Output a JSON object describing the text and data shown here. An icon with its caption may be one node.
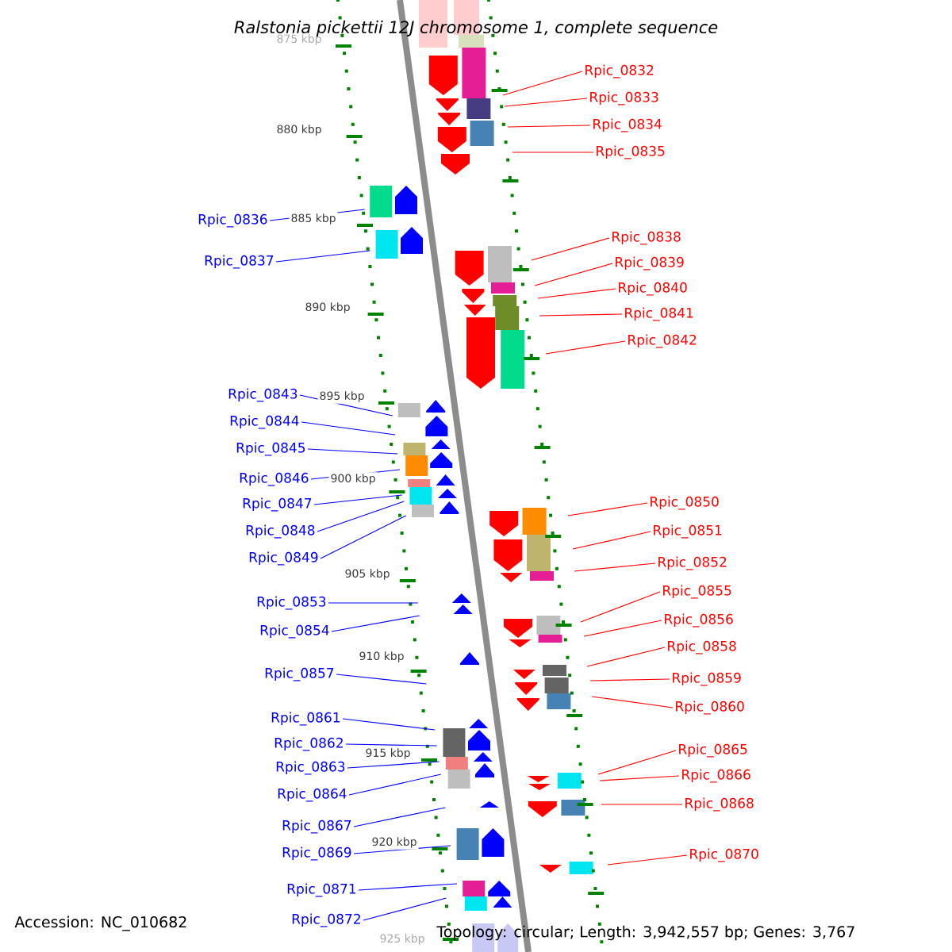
{
  "diagram": {
    "title": "*Ralstonia pickettii* 12J chromosome 1, complete sequence",
    "nodes": [
      {
        "text": [
          "Rpic_0832"
        ]
      },
      {
        "text": [
          "Rpic_0833"
        ]
      },
      {
        "text": [
          "Rpic_0834"
        ]
      },
      {
        "text": [
          "Rpic_0835"
        ]
      },
      {
        "text": [
          "Rpic_0836"
        ]
      },
      {
        "text": [
          "Rpic_0837"
        ]
      },
      {
        "text": [
          "Rpic_0838"
        ]
      },
      {
        "text": [
          "Rpic_0839"
        ]
      },
      {
        "text": [
          "Rpic_0840"
        ]
      },
      {
        "text": [
          "Rpic_0841"
        ]
      },
      {
        "text": [
          "Rpic_0842"
        ]
      },
      {
        "text": [
          "Rpic_0843"
        ]
      },
      {
        "text": [
          "Rpic_0844"
        ]
      },
      {
        "text": [
          "Rpic_0845"
        ]
      },
      {
        "text": [
          "Rpic_0846"
        ]
      },
      {
        "text": [
          "Rpic_0847"
        ]
      },
      {
        "text": [
          "Rpic_0848"
        ]
      },
      {
        "text": [
          "Rpic_0849"
        ]
      },
      {
        "text": [
          "Rpic_0850"
        ]
      },
      {
        "text": [
          "Rpic_0851"
        ]
      },
      {
        "text": [
          "Rpic_0852"
        ]
      },
      {
        "text": [
          "Rpic_0855"
        ]
      },
      {
        "text": [
          "Rpic_0853"
        ]
      },
      {
        "text": [
          "Rpic_0856"
        ]
      },
      {
        "text": [
          "Rpic_0854"
        ]
      },
      {
        "text": [
          "Rpic_0858"
        ]
      },
      {
        "text": [
          "Rpic_0857"
        ]
      },
      {
        "text": [
          "Rpic_0859"
        ]
      },
      {
        "text": [
          "Rpic_0860"
        ]
      },
      {
        "text": [
          "Rpic_0861"
        ]
      },
      {
        "text": [
          "Rpic_0862"
        ]
      },
      {
        "text": [
          "Rpic_0865"
        ]
      },
      {
        "text": [
          "Rpic_0863"
        ]
      },
      {
        "text": [
          "Rpic_0866"
        ]
      },
      {
        "text": [
          "Rpic_0864"
        ]
      },
      {
        "text": [
          "Rpic_0868"
        ]
      },
      {
        "text": [
          "Rpic_0867"
        ]
      },
      {
        "text": [
          "Rpic_0869"
        ]
      },
      {
        "text": [
          "Rpic_0870"
        ]
      },
      {
        "text": [
          "Rpic_0871"
        ]
      },
      {
        "text": [
          "Rpic_0872"
        ]
      }
    ],
    "edges": [
      {
        "from": 0,
        "to": null,
        "arrow": "none",
        "color": "#ff0000"
      },
      {
        "from": 1,
        "to": null,
        "arrow": "none",
        "color": "#ff0000"
      },
      {
        "from": 2,
        "to": null,
        "arrow": "none",
        "color": "#ff0000"
      },
      {
        "from": 3,
        "to": null,
        "arrow": "none",
        "color": "#ff0000"
      },
      {
        "from": 4,
        "to": null,
        "arrow": "none",
        "color": "#0000ff"
      },
      {
        "from": 5,
        "to": null,
        "arrow": "none",
        "color": "#0000ff"
      },
      {
        "from": 6,
        "to": null,
        "arrow": "none",
        "color": "#ff0000"
      },
      {
        "from": 7,
        "to": null,
        "arrow": "none",
        "color": "#ff0000"
      },
      {
        "from": 8,
        "to": null,
        "arrow": "none",
        "color": "#ff0000"
      },
      {
        "from": 9,
        "to": null,
        "arrow": "none",
        "color": "#ff0000"
      },
      {
        "from": 10,
        "to": null,
        "arrow": "none",
        "color": "#ff0000"
      },
      {
        "from": 11,
        "to": null,
        "arrow": "none",
        "color": "#0000ff"
      },
      {
        "from": 12,
        "to": null,
        "arrow": "none",
        "color": "#0000ff"
      },
      {
        "from": 13,
        "to": null,
        "arrow": "none",
        "color": "#0000ff"
      },
      {
        "from": 14,
        "to": null,
        "arrow": "none",
        "color": "#0000ff"
      },
      {
        "from": 15,
        "to": null,
        "arrow": "none",
        "color": "#0000ff"
      },
      {
        "from": 16,
        "to": null,
        "arrow": "none",
        "color": "#0000ff"
      },
      {
        "from": 17,
        "to": null,
        "arrow": "none",
        "color": "#0000ff"
      },
      {
        "from": 18,
        "to": null,
        "arrow": "none",
        "color": "#ff0000"
      },
      {
        "from": 19,
        "to": null,
        "arrow": "none",
        "color": "#ff0000"
      },
      {
        "from": 20,
        "to": null,
        "arrow": "none",
        "color": "#ff0000"
      },
      {
        "from": 21,
        "to": null,
        "arrow": "none",
        "color": "#ff0000"
      },
      {
        "from": 22,
        "to": null,
        "arrow": "none",
        "color": "#0000ff"
      },
      {
        "from": 23,
        "to": null,
        "arrow": "none",
        "color": "#ff0000"
      },
      {
        "from": 24,
        "to": null,
        "arrow": "none",
        "color": "#0000ff"
      },
      {
        "from": 25,
        "to": null,
        "arrow": "none",
        "color": "#ff0000"
      },
      {
        "from": 26,
        "to": null,
        "arrow": "none",
        "color": "#0000ff"
      },
      {
        "from": 27,
        "to": null,
        "arrow": "none",
        "color": "#ff0000"
      },
      {
        "from": 28,
        "to": null,
        "arrow": "none",
        "color": "#ff0000"
      },
      {
        "from": 29,
        "to": null,
        "arrow": "none",
        "color": "#0000ff"
      },
      {
        "from": 30,
        "to": null,
        "arrow": "none",
        "color": "#0000ff"
      },
      {
        "from": 31,
        "to": null,
        "arrow": "none",
        "color": "#ff0000"
      },
      {
        "from": 32,
        "to": null,
        "arrow": "none",
        "color": "#0000ff"
      },
      {
        "from": 33,
        "to": null,
        "arrow": "none",
        "color": "#ff0000"
      },
      {
        "from": 34,
        "to": null,
        "arrow": "none",
        "color": "#0000ff"
      },
      {
        "from": 35,
        "to": null,
        "arrow": "none",
        "color": "#ff0000"
      },
      {
        "from": 36,
        "to": null,
        "arrow": "none",
        "color": "#0000ff"
      },
      {
        "from": 37,
        "to": null,
        "arrow": "none",
        "color": "#0000ff"
      },
      {
        "from": 38,
        "to": null,
        "arrow": "none",
        "color": "#ff0000"
      },
      {
        "from": 39,
        "to": null,
        "arrow": "none",
        "color": "#0000ff"
      },
      {
        "from": 40,
        "to": null,
        "arrow": "none",
        "color": "#0000ff"
      }
    ],
    "labels": [
      "875 kbp",
      "880 kbp",
      "885 kbp",
      "890 kbp",
      "895 kbp",
      "900 kbp",
      "905 kbp",
      "910 kbp",
      "915 kbp",
      "920 kbp",
      "925 kbp",
      "Accession: NC_010682",
      "Topology: circular; Length: 3,942,557 bp; Genes: 3,767"
    ]
  }
}
